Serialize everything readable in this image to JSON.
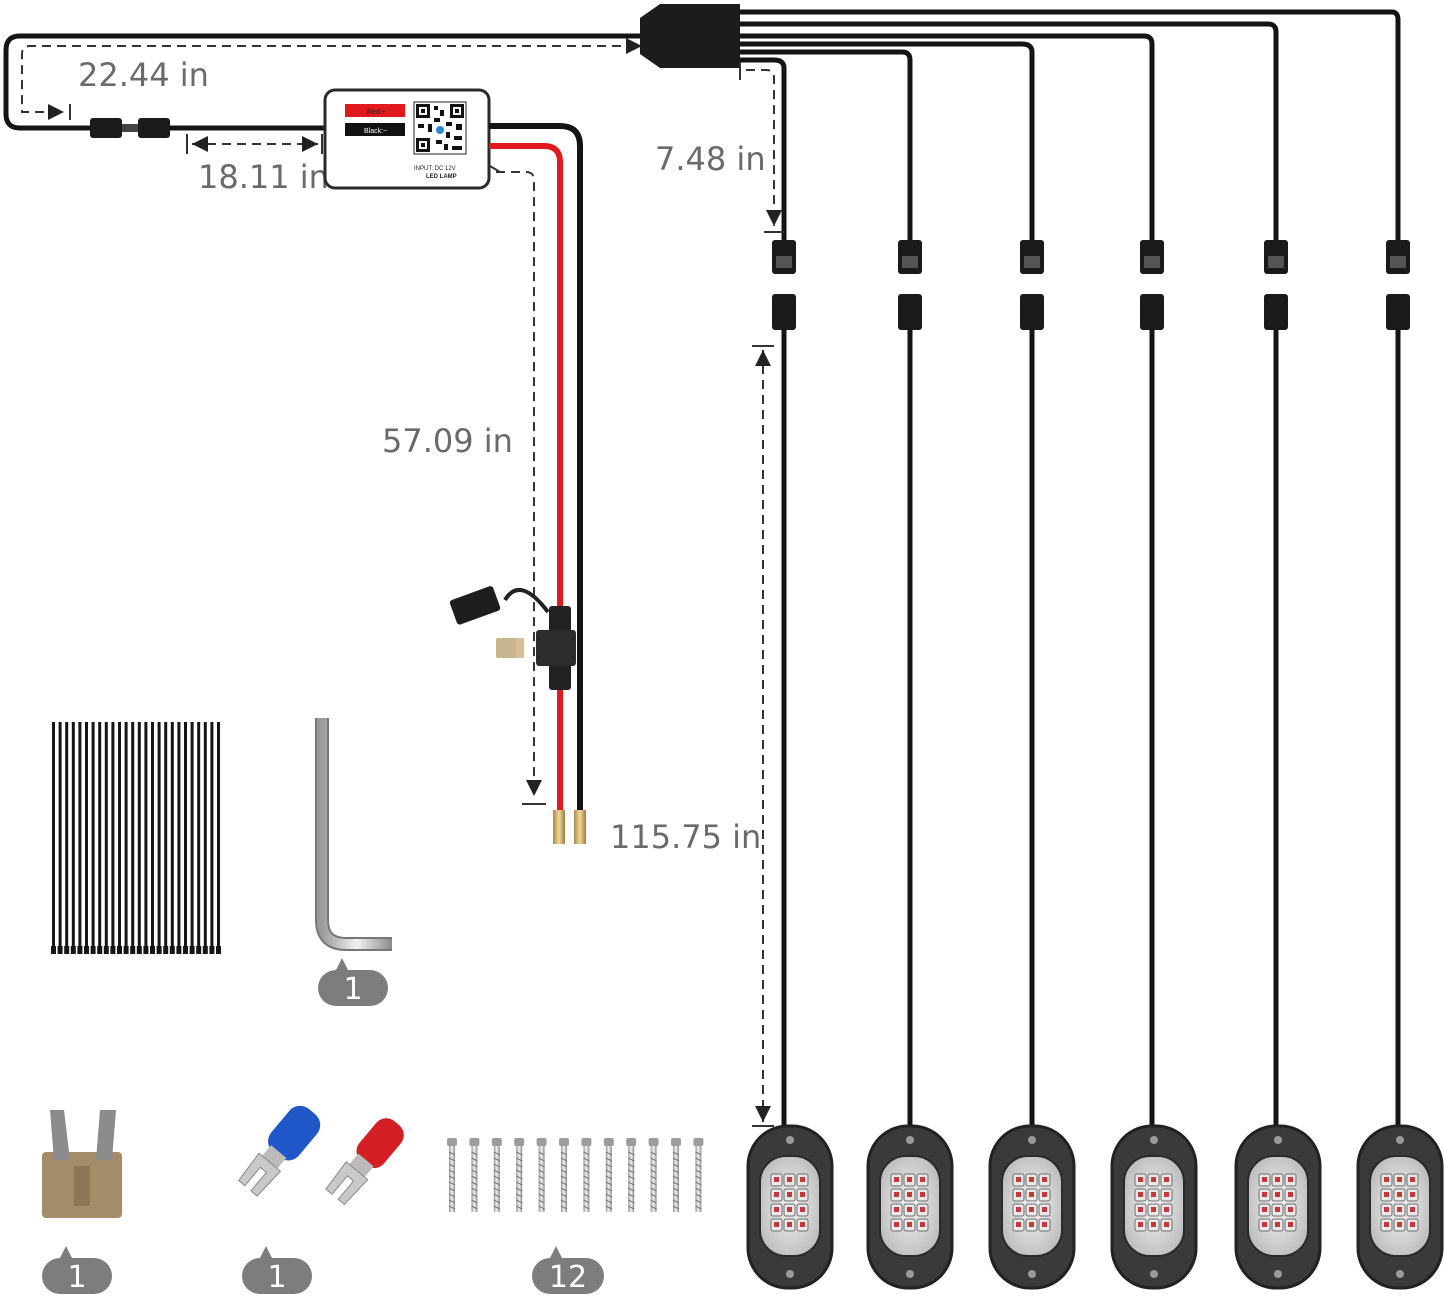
{
  "dimensions": {
    "main_cable": "22.44 in",
    "controller_lead": "18.11 in",
    "splitter_lead": "7.48 in",
    "power_lead": "57.09 in",
    "light_cable": "115.75 in"
  },
  "controller": {
    "red_label": "Red:+",
    "black_label": "Black:−",
    "input_text": "INPUT: DC 12V",
    "product_text": "LED LAMP"
  },
  "counts": {
    "hex_key": "1",
    "fuse": "1",
    "spade_terminals": "1",
    "screws": "12"
  },
  "pod_count": 6,
  "colors": {
    "wire_red": "#e0191e",
    "wire_black": "#111111",
    "dimension_line": "#333333",
    "badge": "#7d7d7d"
  }
}
